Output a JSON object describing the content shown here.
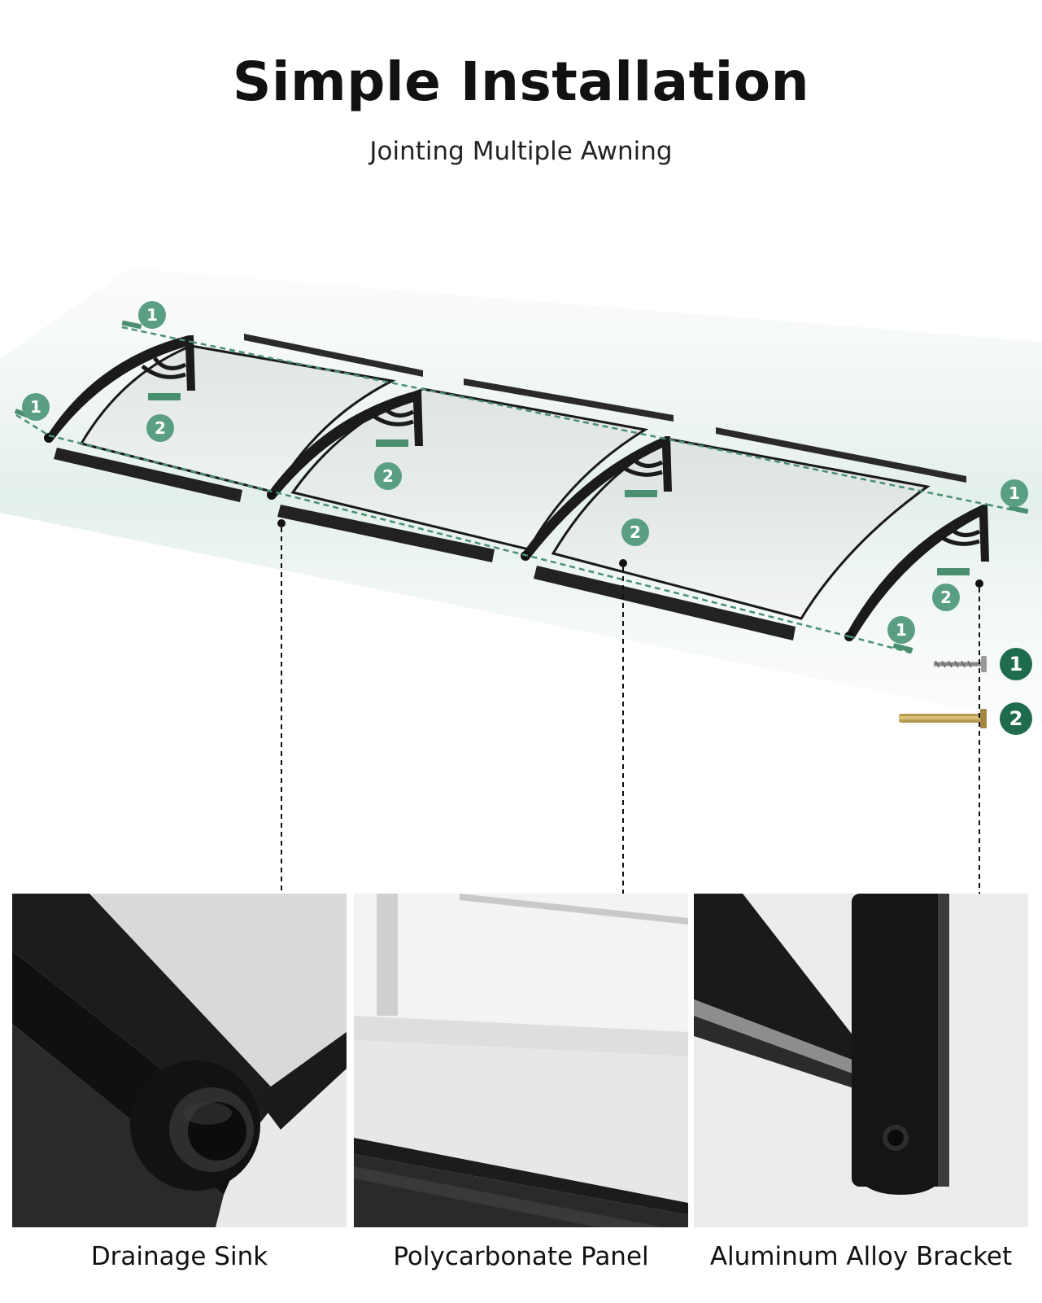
{
  "header": {
    "title": "Simple Installation",
    "subtitle": "Jointing Multiple Awning"
  },
  "diagram": {
    "badge_color": "#5a9e84",
    "legend_badge_color": "#1f6b4d",
    "badges": {
      "b1": "1",
      "b2": "1",
      "b3": "2",
      "b4": "2",
      "b5": "2",
      "b6": "1",
      "b7": "2",
      "b8": "1"
    },
    "legend": [
      {
        "label": "1",
        "item": "screw"
      },
      {
        "label": "2",
        "item": "expansion-bolt"
      }
    ]
  },
  "features": [
    {
      "caption": "Drainage Sink"
    },
    {
      "caption": "Polycarbonate Panel"
    },
    {
      "caption": "Aluminum Alloy Bracket"
    }
  ]
}
